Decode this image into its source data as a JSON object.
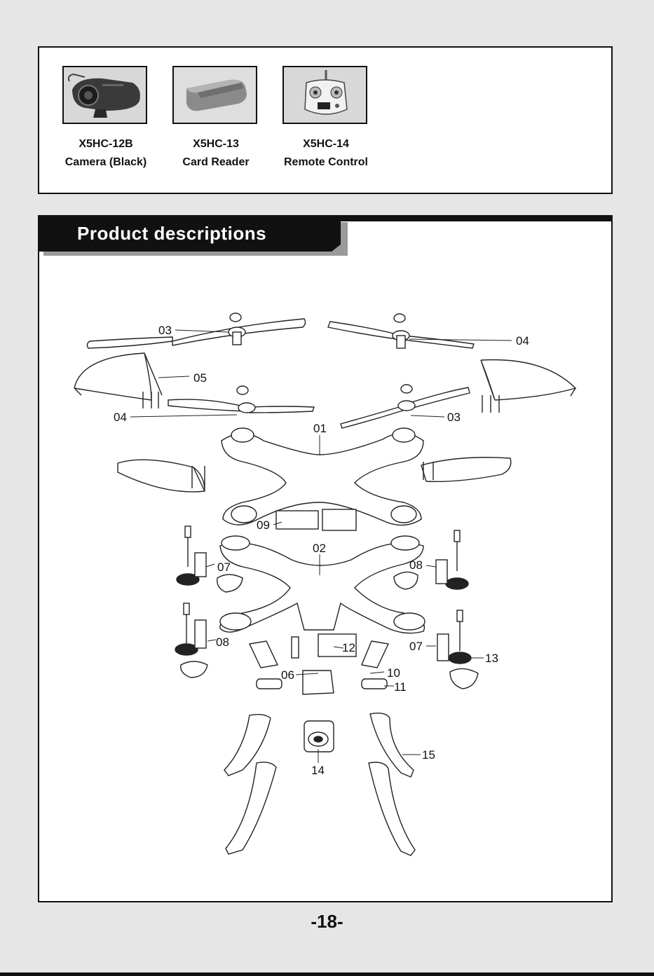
{
  "accessories": [
    {
      "code": "X5HC-12B",
      "name": "Camera (Black)",
      "icon": "camera-icon"
    },
    {
      "code": "X5HC-13",
      "name": "Card Reader",
      "icon": "card-reader-icon"
    },
    {
      "code": "X5HC-14",
      "name": "Remote Control",
      "icon": "remote-control-icon"
    }
  ],
  "section": {
    "title": "Product descriptions"
  },
  "callouts": {
    "c03a": "03",
    "c04a": "04",
    "c05": "05",
    "c04b": "04",
    "c03b": "03",
    "c01": "01",
    "c09": "09",
    "c02": "02",
    "c07a": "07",
    "c08a": "08",
    "c08b": "08",
    "c07b": "07",
    "c12": "12",
    "c13": "13",
    "c06": "06",
    "c10": "10",
    "c11": "11",
    "c15": "15",
    "c14": "14"
  },
  "footer": {
    "page_number": "-18-"
  },
  "colors": {
    "ink": "#111111",
    "panel": "#ffffff",
    "page": "#e6e6e6"
  }
}
